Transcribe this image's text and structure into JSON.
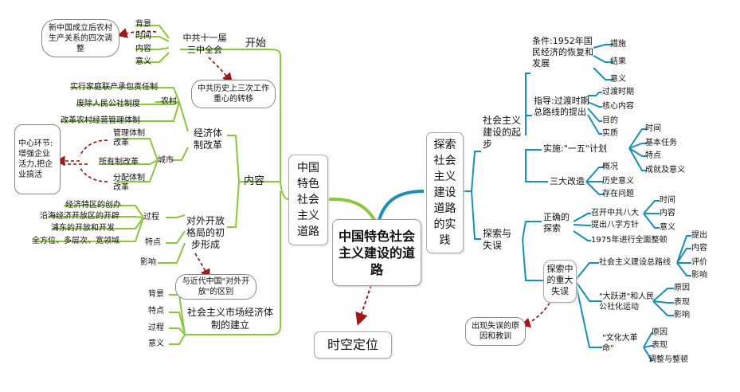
{
  "center": {
    "label": "中国特色社会主义建设的道路"
  },
  "branch_left": {
    "label": "中国特色社会主义道路"
  },
  "branch_right": {
    "label": "探索社会主义建设道路的实践"
  },
  "branch_bottom": {
    "label": "时空定位"
  },
  "left": {
    "kaishi": "开始",
    "plenum": "中共十一届三中全会",
    "plenum_aspects": [
      "背景",
      "时间",
      "内容",
      "意义"
    ],
    "bubble_adjust": "新中国成立后农村生产关系的四次调整",
    "bubble_shift": "中共历史上三次工作重心的转移",
    "neirong": "内容",
    "reform": "经济体制改革",
    "village": "农村",
    "village_items": [
      "实行家庭联产承包责任制",
      "废除人民公社制度",
      "改革农村经营管理体制"
    ],
    "city": "城市",
    "city_items": [
      "管理体制改革",
      "所有制改革",
      "分配体制改革"
    ],
    "bubble_core": "中心环节:增强企业活力,把企业搞活",
    "opening": "对外开放格局的初步形成",
    "process": "过程",
    "process_items": [
      "经济特区的创办",
      "沿海经济开放区的开辟",
      "浦东的开放和开发",
      "全方位、多层次、宽领域"
    ],
    "features": "特点",
    "influence": "影响",
    "bubble_diff": "与近代中国\"对外开放\"的区别",
    "market": "社会主义市场经济体制的建立",
    "market_aspects": [
      "背景",
      "特点",
      "过程",
      "意义"
    ]
  },
  "right": {
    "origin": "社会主义建设的起步",
    "condition": "条件:1952年国民经济的恢复和发展",
    "condition_items": [
      "措施",
      "结果",
      "意义"
    ],
    "guideline": "指导:过渡时期总路线的提出",
    "guideline_items": [
      "过渡时期",
      "核心内容",
      "目的",
      "实质"
    ],
    "fiveyear": "实施:\"一五\"计划",
    "fiveyear_items": [
      "时间",
      "基本任务",
      "特点",
      "成就及意义"
    ],
    "three": "三大改造",
    "three_items": [
      "概况",
      "历史意义",
      "存在问题"
    ],
    "explore": "探索与失误",
    "correct": "正确的探索",
    "eighth": "召开中共八大",
    "eighth_items": [
      "时间",
      "内容",
      "意义"
    ],
    "eight_words": "提出八字方针",
    "rectify": "1975年进行全面整顿",
    "major": "探索中的重大失误",
    "line": "社会主义建设总路线",
    "line_items": [
      "提出",
      "内容",
      "评价",
      "影响"
    ],
    "leap": "\"大跃进\"和人民公社化运动",
    "leap_items": [
      "原因",
      "表现",
      "影响"
    ],
    "cr": "\"文化大革命\"",
    "cr_items": [
      "原因",
      "表现",
      "调整与整顿"
    ],
    "bubble_lesson": "出现失误的原因和教训"
  },
  "colors": {
    "left_branch": "#8cc63f",
    "right_branch": "#1a8fb0",
    "arrow": "#a01818",
    "dashed": "#8b1010"
  }
}
